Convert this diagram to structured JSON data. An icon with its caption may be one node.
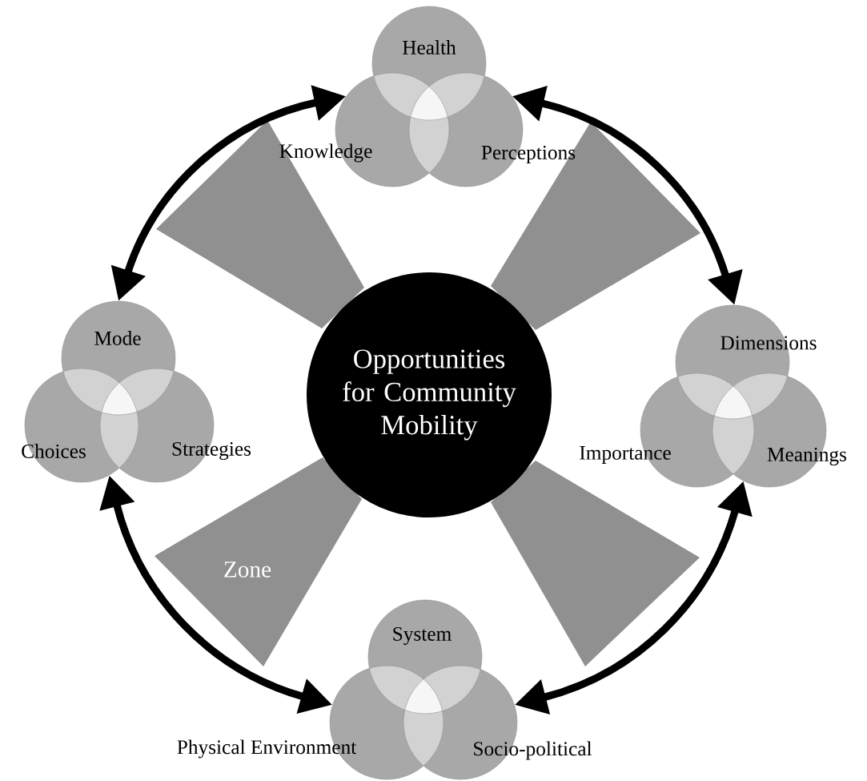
{
  "diagram": {
    "nodes": [
      {
        "text": [
          "Health"
        ]
      },
      {
        "text": [
          "Knowledge"
        ]
      },
      {
        "text": [
          "Perceptions"
        ]
      },
      {
        "text": [
          "Mode"
        ]
      },
      {
        "text": [
          "Choices"
        ]
      },
      {
        "text": [
          "Strategies"
        ]
      },
      {
        "text": [
          "Opportunities for Community Mobility"
        ]
      },
      {
        "text": [
          "Dimensions"
        ]
      },
      {
        "text": [
          "Importance"
        ]
      },
      {
        "text": [
          "Meanings"
        ]
      },
      {
        "text": [
          "System"
        ]
      },
      {
        "text": [
          "Physical Environment"
        ]
      },
      {
        "text": [
          "Socio-political"
        ]
      }
    ],
    "edges": [
      {
        "from": 1,
        "to": 3,
        "arrow": "both"
      },
      {
        "from": 2,
        "to": 7,
        "arrow": "both"
      },
      {
        "from": 9,
        "to": 12,
        "arrow": "both"
      },
      {
        "from": 4,
        "to": 11,
        "arrow": "both"
      }
    ],
    "labels": [
      "Zone"
    ]
  }
}
